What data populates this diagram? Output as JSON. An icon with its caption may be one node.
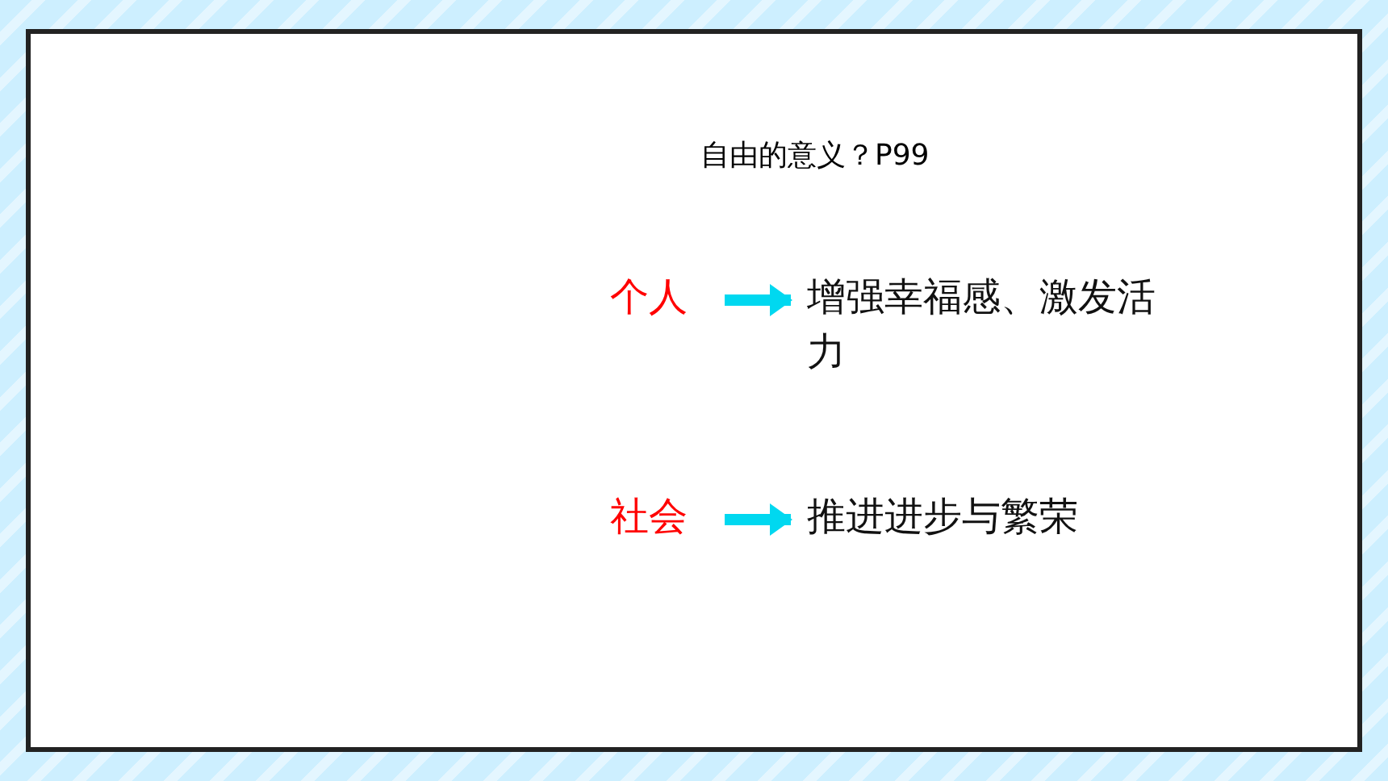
{
  "diagram": {
    "title": "自由的意义？P99",
    "nodes": [
      {
        "text": [
          "个人"
        ]
      },
      {
        "text": [
          "增强幸福感、激发活力"
        ]
      },
      {
        "text": [
          "社会"
        ]
      },
      {
        "text": [
          "推进进步与繁荣"
        ]
      }
    ],
    "edges": [
      {
        "from": 0,
        "to": 1,
        "arrow": "to"
      },
      {
        "from": 2,
        "to": 3,
        "arrow": "to"
      }
    ]
  }
}
